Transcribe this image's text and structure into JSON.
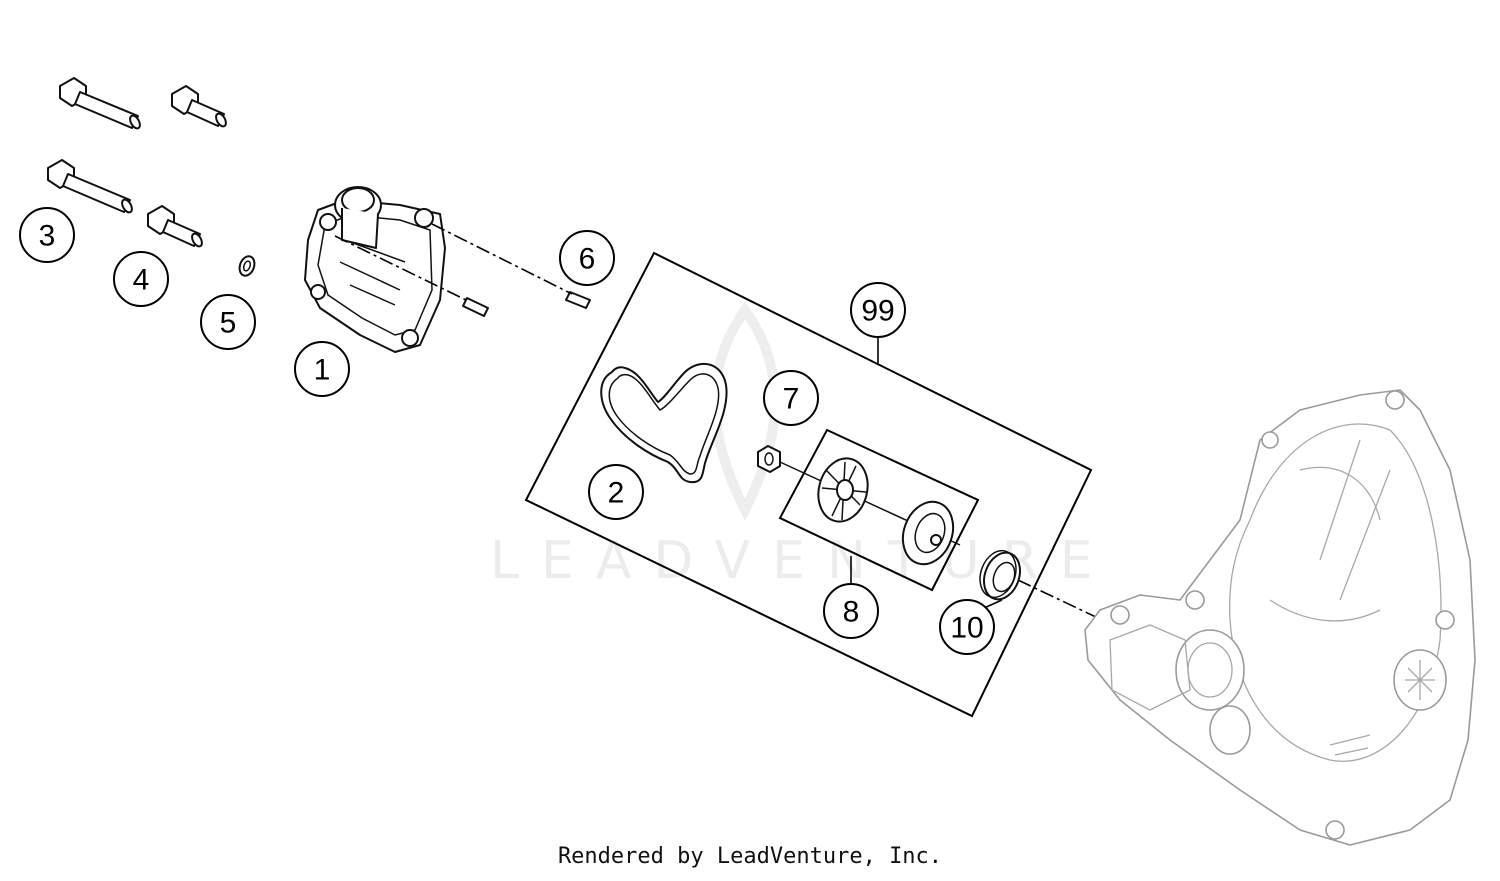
{
  "watermark": "LEADVENTURE",
  "footer": "Rendered by LeadVenture, Inc.",
  "callouts": [
    {
      "id": "1",
      "label": "1"
    },
    {
      "id": "2",
      "label": "2"
    },
    {
      "id": "3",
      "label": "3"
    },
    {
      "id": "4",
      "label": "4"
    },
    {
      "id": "5",
      "label": "5"
    },
    {
      "id": "6",
      "label": "6"
    },
    {
      "id": "7",
      "label": "7"
    },
    {
      "id": "8",
      "label": "8"
    },
    {
      "id": "10",
      "label": "10"
    },
    {
      "id": "99",
      "label": "99"
    }
  ]
}
